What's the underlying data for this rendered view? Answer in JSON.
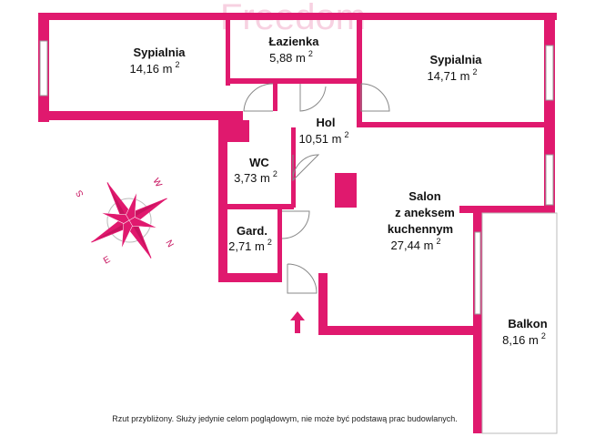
{
  "watermark": "Freedom",
  "colors": {
    "wall": "#e0196e",
    "background": "#ffffff"
  },
  "rooms": [
    {
      "name": "Sypialnia",
      "area": "14,16 m",
      "unit_exp": "2"
    },
    {
      "name": "Łazienka",
      "area": "5,88 m",
      "unit_exp": "2"
    },
    {
      "name": "Sypialnia",
      "area": "14,71 m",
      "unit_exp": "2"
    },
    {
      "name": "Hol",
      "area": "10,51 m",
      "unit_exp": "2"
    },
    {
      "name": "WC",
      "area": "3,73 m",
      "unit_exp": "2"
    },
    {
      "name": "Gard.",
      "area": "2,71 m",
      "unit_exp": "2"
    },
    {
      "name_lines": [
        "Salon",
        "z aneksem",
        "kuchennym"
      ],
      "area": "27,44 m",
      "unit_exp": "2"
    },
    {
      "name": "Balkon",
      "area": "8,16 m",
      "unit_exp": "2"
    }
  ],
  "compass": {
    "labels": [
      "W",
      "S",
      "E",
      "N"
    ]
  },
  "entrance_icon": "entrance-arrow-icon",
  "note": "Rzut przybliżony. Służy jedynie celom poglądowym, nie może być podstawą prac budowlanych."
}
